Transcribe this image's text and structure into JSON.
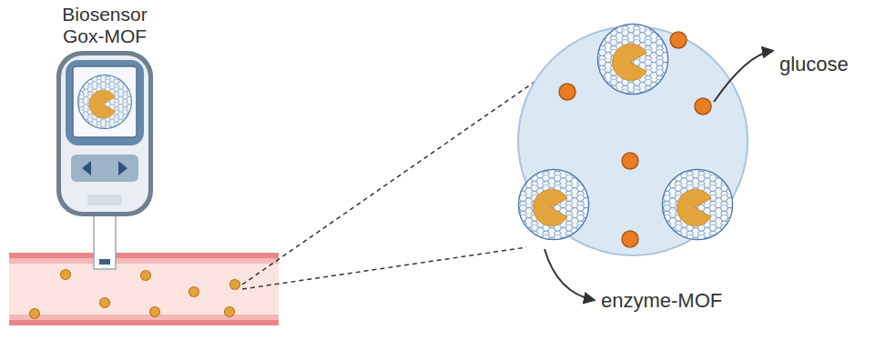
{
  "diagram": {
    "labels": [
      "Biosensor Gox-MOF",
      "glucose",
      "enzyme-MOF"
    ]
  }
}
